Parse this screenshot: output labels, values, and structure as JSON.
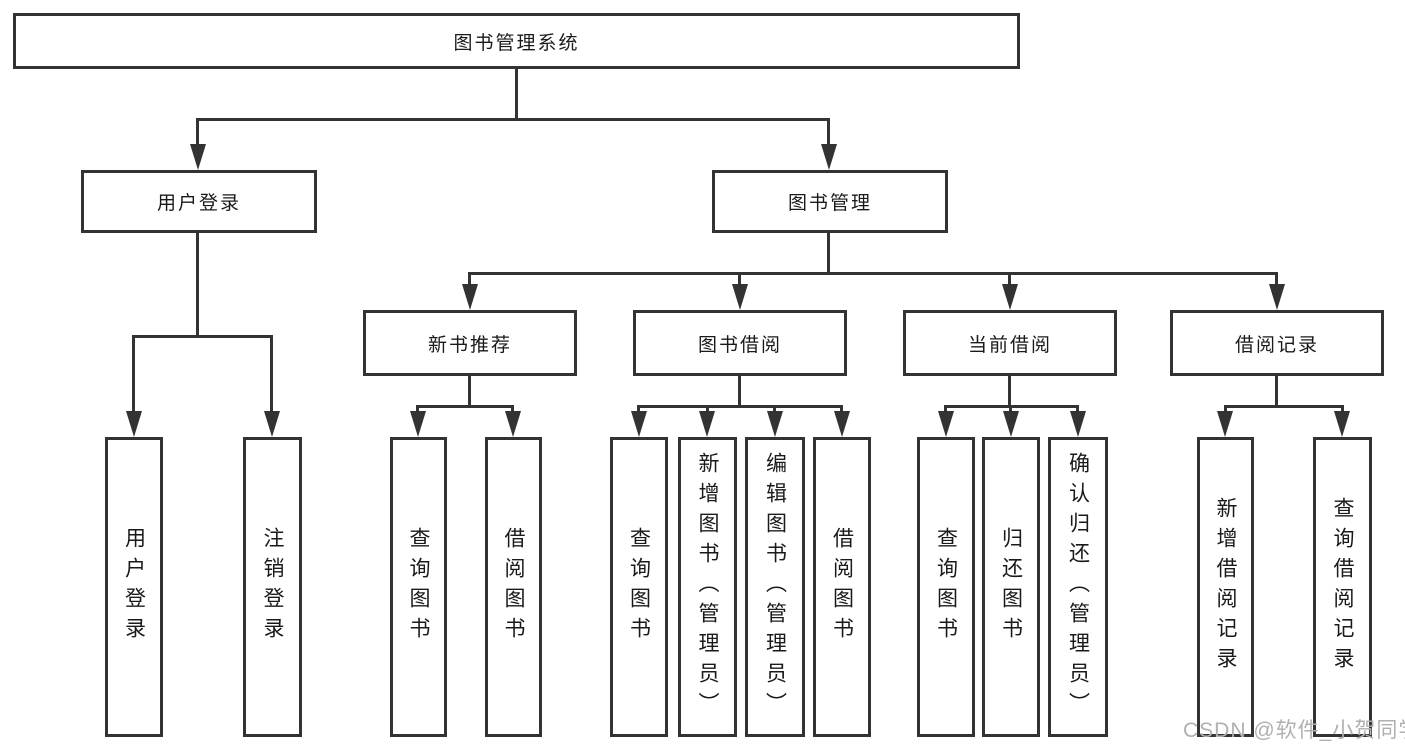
{
  "diagram_title": "图书管理系统",
  "watermark": "CSDN @软件_小贺同学",
  "colors": {
    "line": "#333333",
    "box_border": "#333333",
    "box_background": "#ffffff",
    "text": "#1a1a1a",
    "watermark": "#b0b0b0"
  },
  "nodes": {
    "root": {
      "label": "图书管理系统"
    },
    "level2": [
      {
        "label": "用户登录"
      },
      {
        "label": "图书管理"
      }
    ],
    "level3": [
      {
        "label": "新书推荐"
      },
      {
        "label": "图书借阅"
      },
      {
        "label": "当前借阅"
      },
      {
        "label": "借阅记录"
      }
    ],
    "leaves": {
      "user_login": [
        {
          "label": "用户登录"
        },
        {
          "label": "注销登录"
        }
      ],
      "new_book": [
        {
          "label": "查询图书"
        },
        {
          "label": "借阅图书"
        }
      ],
      "book_borrow": [
        {
          "label": "查询图书"
        },
        {
          "label": "新增图书（管理员）"
        },
        {
          "label": "编辑图书（管理员）"
        },
        {
          "label": "借阅图书"
        }
      ],
      "current_borrow": [
        {
          "label": "查询图书"
        },
        {
          "label": "归还图书"
        },
        {
          "label": "确认归还（管理员）"
        }
      ],
      "borrow_records": [
        {
          "label": "新增借阅记录"
        },
        {
          "label": "查询借阅记录"
        }
      ]
    }
  }
}
